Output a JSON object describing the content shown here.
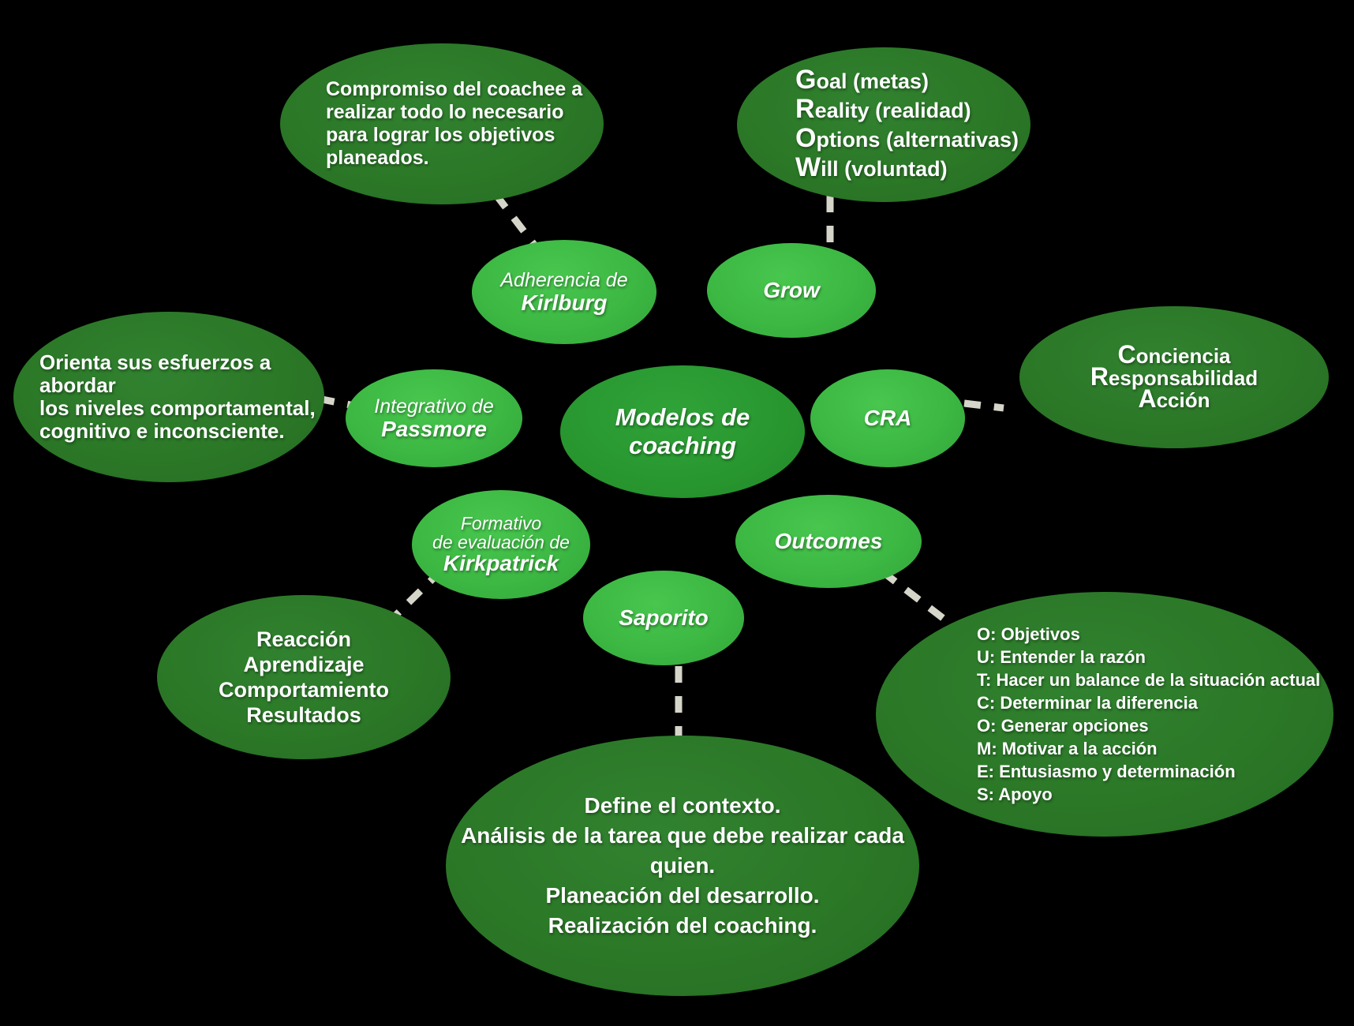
{
  "title": "Modelos de coaching",
  "colors": {
    "background": "#000000",
    "outer_ellipse": "#2b7827",
    "node_ellipse": "#3cb843",
    "center_ellipse": "#28962f",
    "connector": "#d5d5c9",
    "text": "#ffffff"
  },
  "center": {
    "label": "Modelos de coaching"
  },
  "nodes": {
    "kirlburg": {
      "line1": "Adherencia de",
      "line2": "Kirlburg"
    },
    "grow": {
      "label": "Grow"
    },
    "passmore": {
      "line1": "Integrativo de",
      "line2": "Passmore"
    },
    "cra": {
      "label": "CRA"
    },
    "kirkpatrick": {
      "line1": "Formativo",
      "line2": "de evaluación de",
      "line3": "Kirkpatrick"
    },
    "outcomes": {
      "label": "Outcomes"
    },
    "saporito": {
      "label": "Saporito"
    }
  },
  "details": {
    "kirlburg_note": {
      "lines": [
        "Compromiso del coachee a",
        "realizar todo lo necesario",
        "para lograr los objetivos",
        "planeados."
      ]
    },
    "grow_acronym": {
      "items": [
        {
          "letter": "G",
          "rest": "oal (metas)"
        },
        {
          "letter": "R",
          "rest": "eality (realidad)"
        },
        {
          "letter": "O",
          "rest": "ptions (alternativas)"
        },
        {
          "letter": "W",
          "rest": "ill (voluntad)"
        }
      ]
    },
    "passmore_note": {
      "lines": [
        "Orienta sus esfuerzos a abordar",
        "los niveles comportamental,",
        "cognitivo e inconsciente."
      ]
    },
    "cra_acronym": {
      "items": [
        {
          "letter": "C",
          "rest": "onciencia"
        },
        {
          "letter": "R",
          "rest": "esponsabilidad"
        },
        {
          "letter": "A",
          "rest": "cción"
        }
      ]
    },
    "kirkpatrick_levels": {
      "lines": [
        "Reacción",
        "Aprendizaje",
        "Comportamiento",
        "Resultados"
      ]
    },
    "outcomes_acronym": {
      "items": [
        {
          "letter": "O:",
          "rest": " Objetivos"
        },
        {
          "letter": "U:",
          "rest": " Entender la razón"
        },
        {
          "letter": "T:",
          "rest": " Hacer un balance de la situación actual"
        },
        {
          "letter": "C:",
          "rest": " Determinar la diferencia"
        },
        {
          "letter": "O:",
          "rest": " Generar opciones"
        },
        {
          "letter": "M:",
          "rest": " Motivar a la acción"
        },
        {
          "letter": "E:",
          "rest": " Entusiasmo y determinación"
        },
        {
          "letter": "S:",
          "rest": " Apoyo"
        }
      ]
    },
    "saporito_steps": {
      "lines": [
        "Define el contexto.",
        "Análisis de la tarea que debe realizar cada quien.",
        "Planeación del desarrollo.",
        "Realización del coaching."
      ]
    }
  }
}
